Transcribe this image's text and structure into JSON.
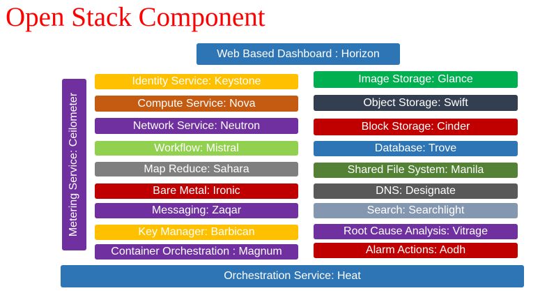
{
  "title": "Open Stack Component",
  "dashboard": {
    "label": "Web Based Dashboard : Horizon",
    "color": "#2e75b6"
  },
  "metering": {
    "label": "Metering Service: Ceilometer",
    "color": "#7030a0"
  },
  "orchestration": {
    "label": "Orchestration Service: Heat",
    "color": "#2e75b6"
  },
  "left_services": [
    {
      "label": "Identity Service: Keystone",
      "color": "#ffc000"
    },
    {
      "label": "Compute Service: Nova",
      "color": "#c55a11"
    },
    {
      "label": "Network Service: Neutron",
      "color": "#7030a0"
    },
    {
      "label": "Workflow: Mistral",
      "color": "#92d050"
    },
    {
      "label": "Map Reduce: Sahara",
      "color": "#7f7f7f"
    },
    {
      "label": "Bare Metal: Ironic",
      "color": "#c00000"
    },
    {
      "label": "Messaging: Zaqar",
      "color": "#7030a0"
    },
    {
      "label": "Key Manager: Barbican",
      "color": "#ffc000"
    },
    {
      "label": "Container Orchestration : Magnum",
      "color": "#7030a0"
    }
  ],
  "right_services": [
    {
      "label": "Image Storage: Glance",
      "color": "#00b050"
    },
    {
      "label": "Object Storage: Swift",
      "color": "#333f50"
    },
    {
      "label": "Block Storage: Cinder",
      "color": "#c00000"
    },
    {
      "label": "Database: Trove",
      "color": "#2e75b6"
    },
    {
      "label": "Shared File System: Manila",
      "color": "#548235"
    },
    {
      "label": "DNS: Designate",
      "color": "#595959"
    },
    {
      "label": "Search: Searchlight",
      "color": "#8497b0"
    },
    {
      "label": "Root Cause Analysis: Vitrage",
      "color": "#7030a0"
    },
    {
      "label": "Alarm Actions: Aodh",
      "color": "#c00000"
    }
  ]
}
